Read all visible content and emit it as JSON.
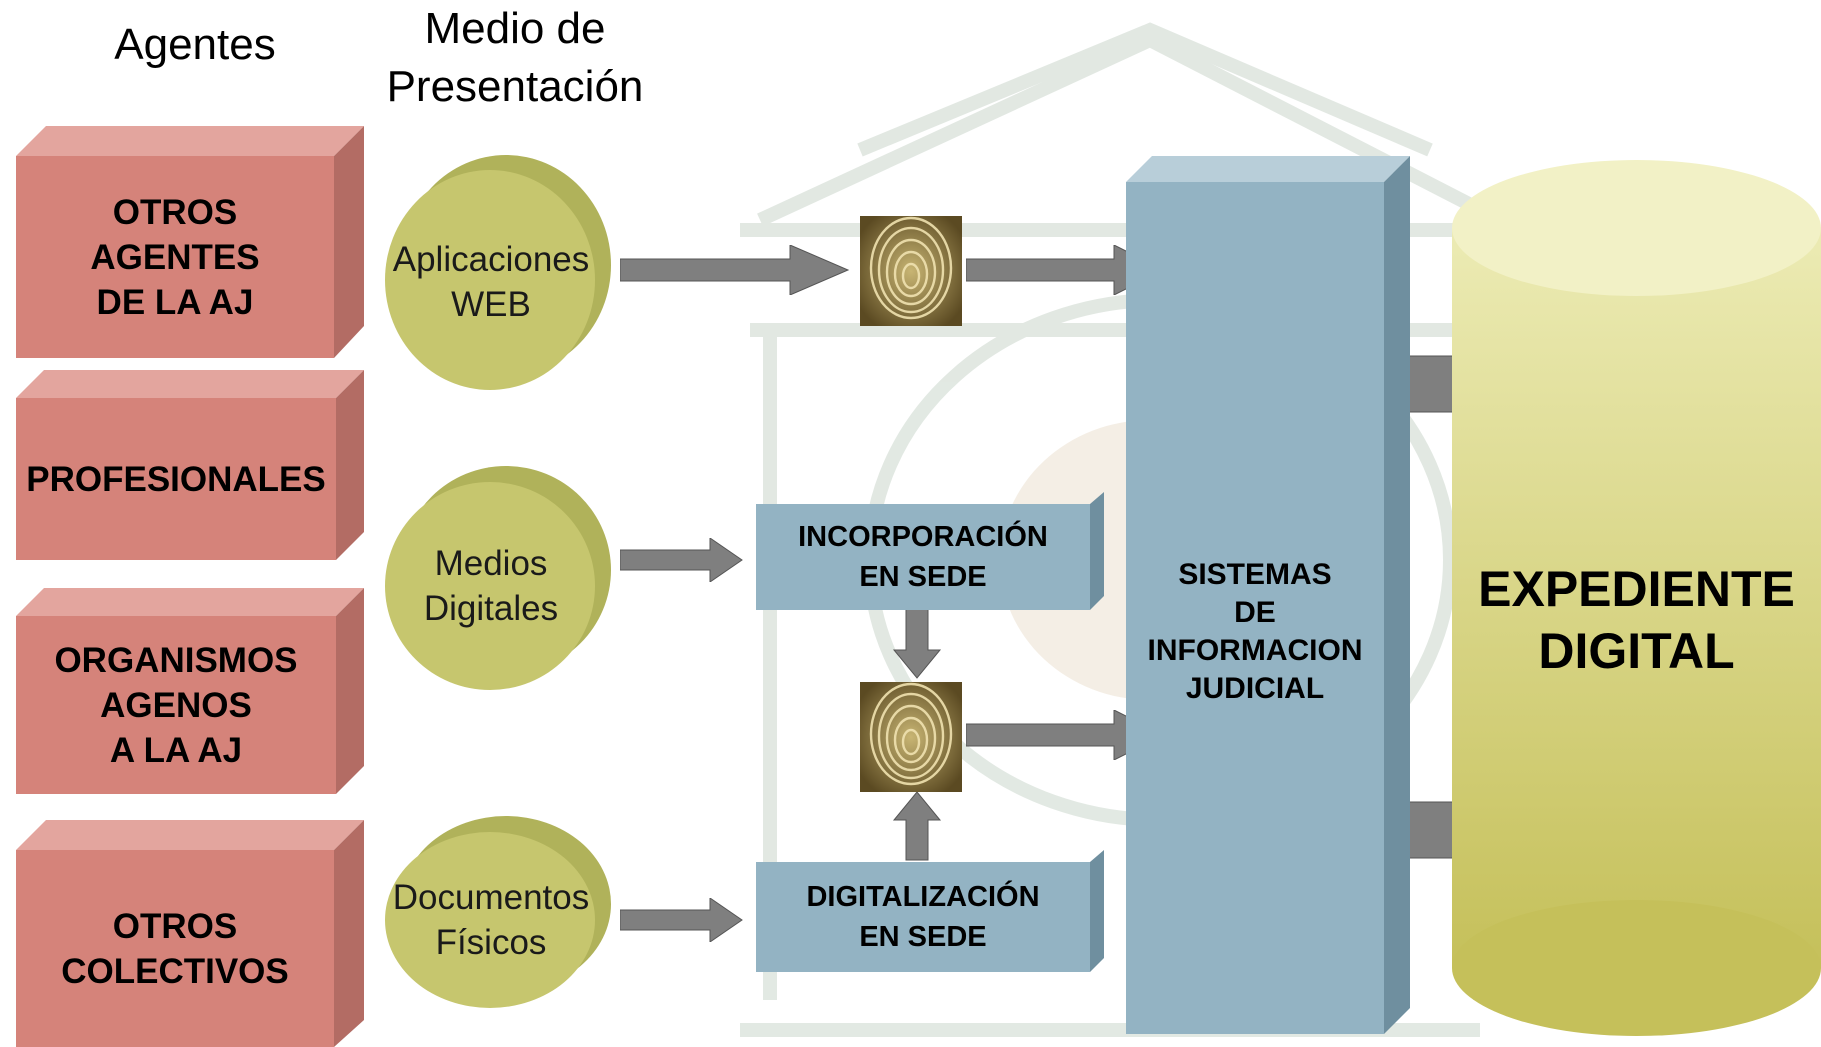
{
  "headers": {
    "agentes": "Agentes",
    "medio_line1": "Medio de",
    "medio_line2": "Presentación"
  },
  "agents": [
    {
      "label": "OTROS\nAGENTES\nDE LA AJ"
    },
    {
      "label": "PROFESIONALES"
    },
    {
      "label": "ORGANISMOS\nAGENOS\nA LA AJ"
    },
    {
      "label": "OTROS\nCOLECTIVOS"
    }
  ],
  "medios": [
    {
      "label": "Aplicaciones\nWEB"
    },
    {
      "label": "Medios\nDigitales"
    },
    {
      "label": "Documentos\nFísicos"
    }
  ],
  "processes": {
    "incorporacion": "INCORPORACIÓN\nEN SEDE",
    "digitalizacion": "DIGITALIZACIÓN\nEN SEDE"
  },
  "sistemas": "SISTEMAS\nDE\nINFORMACION\nJUDICIAL",
  "expediente": "EXPEDIENTE\nDIGITAL",
  "colors": {
    "agent_front": "#d5837a",
    "agent_top": "#e3a59e",
    "agent_side": "#b36c64",
    "medio_fill": "#c6c66e",
    "process_front": "#93b3c3",
    "process_side": "#6f8f9f",
    "arrow": "#7f7f7f",
    "cylinder": "#d6d27c"
  }
}
